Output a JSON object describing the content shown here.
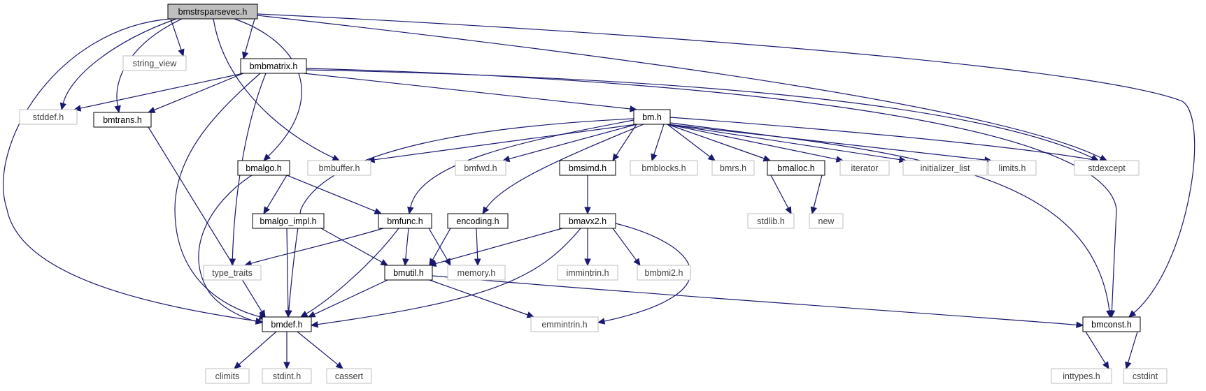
{
  "title": "bmstrsparsevec.h",
  "colors": {
    "edge": "#191970",
    "root_fill": "#bfbfbf",
    "border_main": "#000000",
    "border_external": "#bfbfbf",
    "text_main": "#000000",
    "text_external": "#404040"
  },
  "nodes": {
    "bmstrsparsevec": {
      "label": "bmstrsparsevec.h",
      "kind": "root"
    },
    "string_view": {
      "label": "string_view",
      "kind": "external"
    },
    "bmbmatrix": {
      "label": "bmbmatrix.h",
      "kind": "main"
    },
    "stddef": {
      "label": "stddef.h",
      "kind": "external"
    },
    "bmtrans": {
      "label": "bmtrans.h",
      "kind": "main"
    },
    "bm": {
      "label": "bm.h",
      "kind": "main"
    },
    "bmalgo": {
      "label": "bmalgo.h",
      "kind": "main"
    },
    "bmbuffer": {
      "label": "bmbuffer.h",
      "kind": "external"
    },
    "bmfwd": {
      "label": "bmfwd.h",
      "kind": "external"
    },
    "bmsimd": {
      "label": "bmsimd.h",
      "kind": "main"
    },
    "bmblocks": {
      "label": "bmblocks.h",
      "kind": "external"
    },
    "bmrs": {
      "label": "bmrs.h",
      "kind": "external"
    },
    "bmalloc": {
      "label": "bmalloc.h",
      "kind": "main"
    },
    "iterator": {
      "label": "iterator",
      "kind": "external"
    },
    "initializer_list": {
      "label": "initializer_list",
      "kind": "external"
    },
    "limits": {
      "label": "limits.h",
      "kind": "external"
    },
    "stdexcept": {
      "label": "stdexcept",
      "kind": "external"
    },
    "stdlib": {
      "label": "stdlib.h",
      "kind": "external"
    },
    "new": {
      "label": "new",
      "kind": "external"
    },
    "bmalgo_impl": {
      "label": "bmalgo_impl.h",
      "kind": "main"
    },
    "bmfunc": {
      "label": "bmfunc.h",
      "kind": "main"
    },
    "encoding": {
      "label": "encoding.h",
      "kind": "main"
    },
    "bmavx2": {
      "label": "bmavx2.h",
      "kind": "main"
    },
    "type_traits": {
      "label": "type_traits",
      "kind": "external"
    },
    "bmutil": {
      "label": "bmutil.h",
      "kind": "main"
    },
    "memory": {
      "label": "memory.h",
      "kind": "external"
    },
    "immintrin": {
      "label": "immintrin.h",
      "kind": "external"
    },
    "bmbmi2": {
      "label": "bmbmi2.h",
      "kind": "external"
    },
    "bmdef": {
      "label": "bmdef.h",
      "kind": "main"
    },
    "emmintrin": {
      "label": "emmintrin.h",
      "kind": "external"
    },
    "bmconst": {
      "label": "bmconst.h",
      "kind": "main"
    },
    "climits": {
      "label": "climits",
      "kind": "external"
    },
    "stdint": {
      "label": "stdint.h",
      "kind": "external"
    },
    "cassert": {
      "label": "cassert",
      "kind": "external"
    },
    "inttypes": {
      "label": "inttypes.h",
      "kind": "external"
    },
    "cstdint": {
      "label": "cstdint",
      "kind": "external"
    }
  },
  "edges": [
    [
      "bmstrsparsevec",
      "string_view"
    ],
    [
      "bmstrsparsevec",
      "bmbmatrix"
    ],
    [
      "bmstrsparsevec",
      "stddef"
    ],
    [
      "bmstrsparsevec",
      "bmtrans"
    ],
    [
      "bmstrsparsevec",
      "bmbuffer"
    ],
    [
      "bmstrsparsevec",
      "bmalgo"
    ],
    [
      "bmstrsparsevec",
      "bmdef"
    ],
    [
      "bmstrsparsevec",
      "stdexcept"
    ],
    [
      "bmstrsparsevec",
      "bmconst"
    ],
    [
      "bmbmatrix",
      "stddef"
    ],
    [
      "bmbmatrix",
      "bmtrans"
    ],
    [
      "bmbmatrix",
      "bm"
    ],
    [
      "bmbmatrix",
      "bmdef"
    ],
    [
      "bmbmatrix",
      "type_traits"
    ],
    [
      "bmbmatrix",
      "bmconst"
    ],
    [
      "bmbmatrix",
      "stdexcept"
    ],
    [
      "bmtrans",
      "bmdef"
    ],
    [
      "bm",
      "bmbuffer"
    ],
    [
      "bm",
      "bmfwd"
    ],
    [
      "bm",
      "bmsimd"
    ],
    [
      "bm",
      "bmblocks"
    ],
    [
      "bm",
      "bmrs"
    ],
    [
      "bm",
      "bmalloc"
    ],
    [
      "bm",
      "iterator"
    ],
    [
      "bm",
      "initializer_list"
    ],
    [
      "bm",
      "limits"
    ],
    [
      "bm",
      "stdexcept"
    ],
    [
      "bm",
      "bmdef"
    ],
    [
      "bm",
      "bmfunc"
    ],
    [
      "bm",
      "encoding"
    ],
    [
      "bm",
      "bmconst"
    ],
    [
      "bmalgo",
      "bmalgo_impl"
    ],
    [
      "bmalgo",
      "bmfunc"
    ],
    [
      "bmalgo",
      "bmdef"
    ],
    [
      "bmsimd",
      "bmavx2"
    ],
    [
      "bmalloc",
      "stdlib"
    ],
    [
      "bmalloc",
      "new"
    ],
    [
      "bmalgo_impl",
      "bmdef"
    ],
    [
      "bmalgo_impl",
      "bmutil"
    ],
    [
      "bmfunc",
      "type_traits"
    ],
    [
      "bmfunc",
      "bmutil"
    ],
    [
      "bmfunc",
      "memory"
    ],
    [
      "bmfunc",
      "bmdef"
    ],
    [
      "encoding",
      "bmutil"
    ],
    [
      "encoding",
      "memory"
    ],
    [
      "bmavx2",
      "bmutil"
    ],
    [
      "bmavx2",
      "immintrin"
    ],
    [
      "bmavx2",
      "bmbmi2"
    ],
    [
      "bmavx2",
      "bmdef"
    ],
    [
      "bmavx2",
      "emmintrin"
    ],
    [
      "bmutil",
      "bmdef"
    ],
    [
      "bmutil",
      "emmintrin"
    ],
    [
      "bmutil",
      "bmconst"
    ],
    [
      "bmdef",
      "climits"
    ],
    [
      "bmdef",
      "stdint"
    ],
    [
      "bmdef",
      "cassert"
    ],
    [
      "bmconst",
      "inttypes"
    ],
    [
      "bmconst",
      "cstdint"
    ]
  ]
}
